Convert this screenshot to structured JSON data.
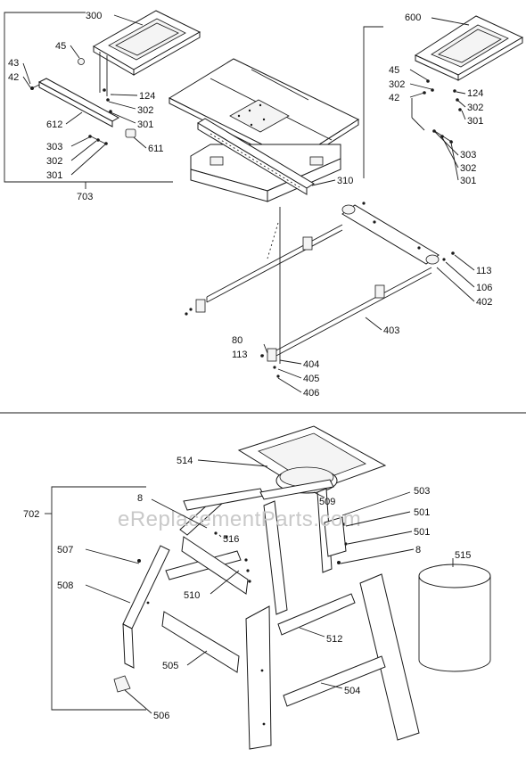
{
  "watermark": "eReplacementParts.com",
  "upper_callouts": [
    "300",
    "45",
    "43",
    "42",
    "124",
    "302",
    "301",
    "612",
    "303",
    "302",
    "301",
    "611",
    "703",
    "600",
    "45",
    "302",
    "42",
    "124",
    "302",
    "301",
    "303",
    "302",
    "301",
    "310",
    "113",
    "106",
    "402",
    "403",
    "80",
    "113",
    "404",
    "405",
    "406"
  ],
  "lower_callouts": [
    "702",
    "514",
    "8",
    "509",
    "503",
    "501",
    "516",
    "507",
    "501",
    "8",
    "515",
    "508",
    "510",
    "512",
    "505",
    "504",
    "506"
  ]
}
